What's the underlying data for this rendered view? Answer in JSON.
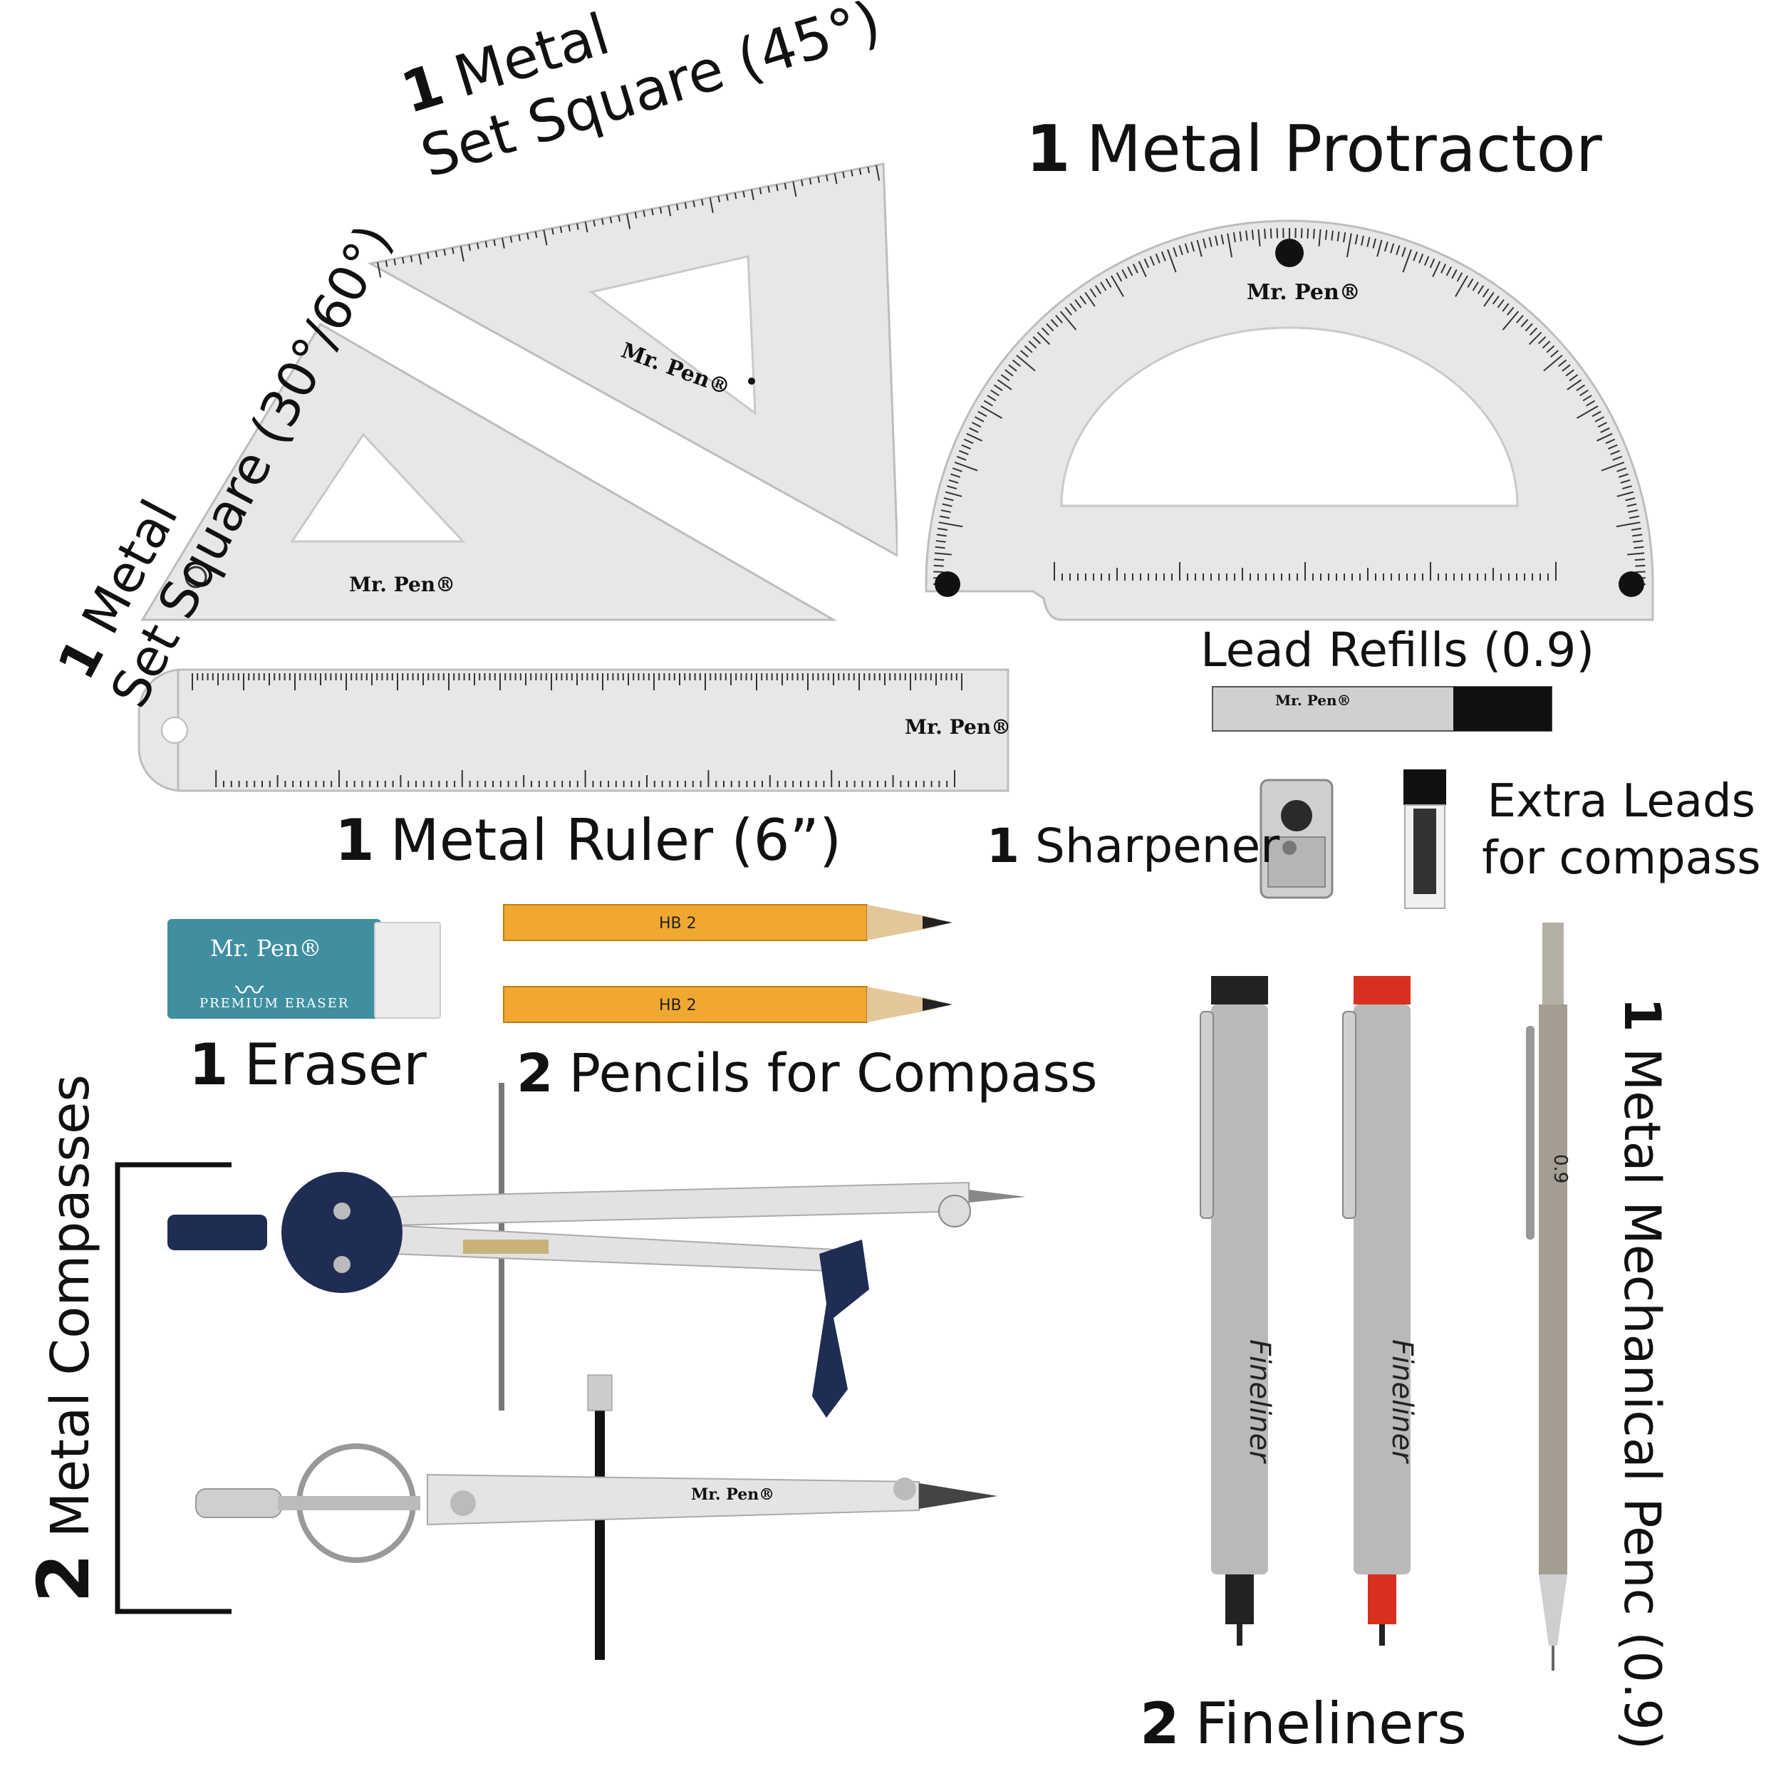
{
  "brand": {
    "logo": "Mr. Pen®",
    "eraser_text": "PREMIUM ERASER",
    "pencil_grade": "HB 2",
    "fineliner_text": "Fineliner",
    "mech_text": "0.9"
  },
  "labels": {
    "set_square_45": {
      "count": "1",
      "line1": "Metal",
      "line2": "Set Square (45°)"
    },
    "protractor": {
      "count": "1",
      "text": "Metal Protractor"
    },
    "set_square_30_60": {
      "count": "1",
      "line1": "Metal",
      "line2": "Set Square (30°/60°)"
    },
    "lead_refills": {
      "text": "Lead Refills (0.9)"
    },
    "ruler": {
      "count": "1",
      "text": "Metal Ruler (6”)"
    },
    "sharpener": {
      "count": "1",
      "text": "Sharpener"
    },
    "extra_leads": {
      "line1": "Extra Leads",
      "line2": "for compass"
    },
    "eraser": {
      "count": "1",
      "text": "Eraser"
    },
    "pencils": {
      "count": "2",
      "text": "Pencils for Compass"
    },
    "compasses": {
      "count": "2",
      "text": "Metal Compasses"
    },
    "fineliners": {
      "count": "2",
      "text": "Fineliners"
    },
    "mech_pencil": {
      "count": "1",
      "text": "Metal Mechanical Penc (0.9)"
    }
  },
  "colors": {
    "metal": "#e7e7e7",
    "navy": "#1f2d55",
    "pencil": "#f0a830",
    "eraser": "#3f8fa1",
    "fineliner_body": "#b9b9b9",
    "red_cap": "#d8301f",
    "dark": "#111111"
  }
}
